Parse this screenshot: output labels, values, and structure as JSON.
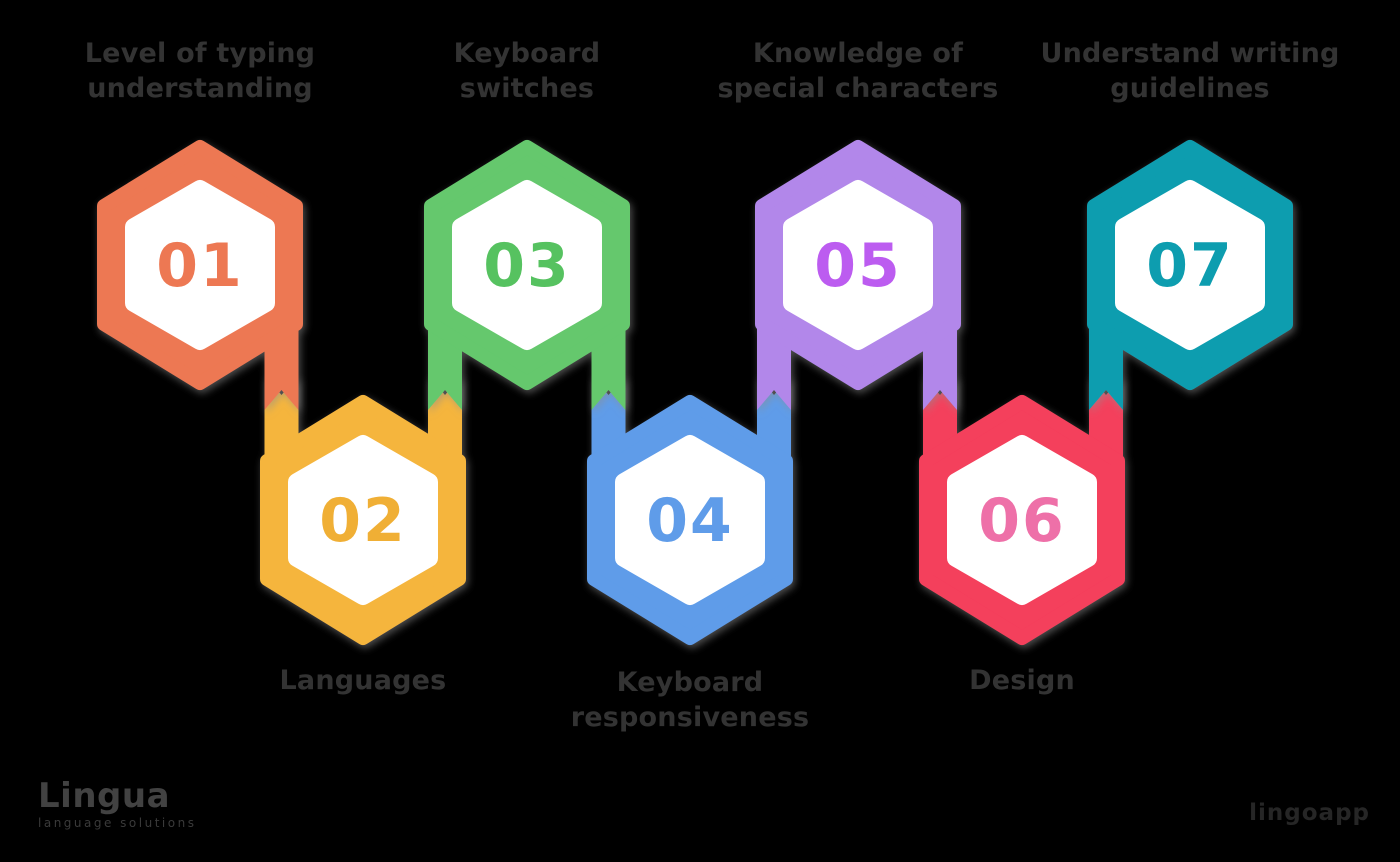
{
  "background_color": "#000000",
  "label_text_color": "#333333",
  "steps": [
    {
      "number": "01",
      "label": "Level of typing\nunderstanding",
      "label_position": "top",
      "color": "#ED7852",
      "number_color": "#ED7852"
    },
    {
      "number": "02",
      "label": "Languages",
      "label_position": "bottom",
      "color": "#F5B53E",
      "number_color": "#F0AF35"
    },
    {
      "number": "03",
      "label": "Keyboard\nswitches",
      "label_position": "top",
      "color": "#65C86D",
      "number_color": "#57C261"
    },
    {
      "number": "04",
      "label": "Keyboard\nresponsiveness",
      "label_position": "bottom",
      "color": "#5E9CE9",
      "number_color": "#5E9CE9"
    },
    {
      "number": "05",
      "label": "Knowledge of\nspecial characters",
      "label_position": "top",
      "color": "#B287EA",
      "number_color": "#BC5CF0"
    },
    {
      "number": "06",
      "label": "Design",
      "label_position": "bottom",
      "color": "#F43F5B",
      "number_color": "#EE6FA8"
    },
    {
      "number": "07",
      "label": "Understand writing\nguidelines",
      "label_position": "top",
      "color": "#0E9DAF",
      "number_color": "#0E9DAF"
    }
  ],
  "footer": {
    "logo_text": "Lingua",
    "logo_tagline": "language solutions",
    "watermark": "lingoapp"
  },
  "shadow_color": "#8f8f8f",
  "inner_hexagon_color": "#ffffff"
}
